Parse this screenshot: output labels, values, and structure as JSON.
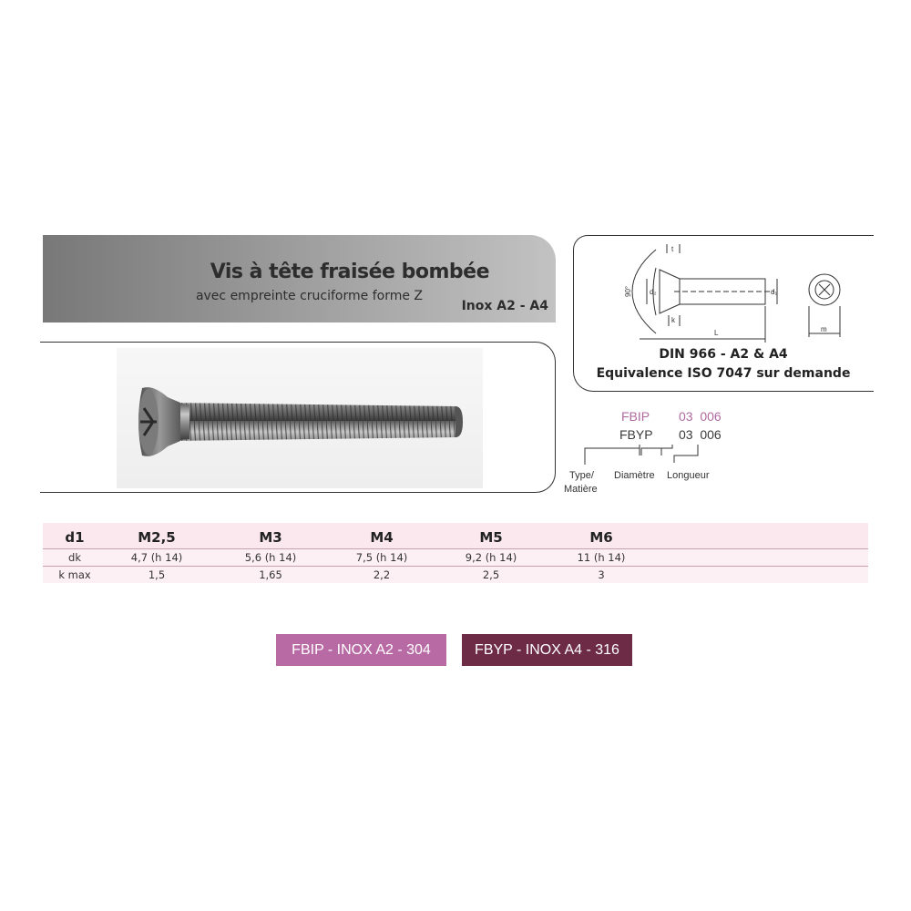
{
  "header": {
    "title": "Vis à tête fraisée bombée",
    "subtitle": "avec empreinte cruciforme forme Z",
    "material": "Inox A2 - A4"
  },
  "drawing": {
    "angle_label": "90°",
    "d2_label": "d₂",
    "d1_label": "d₁",
    "t_label": "t",
    "k_label": "k",
    "L_label": "L",
    "m_label": "m",
    "standard_line1": "DIN 966 - A2 & A4",
    "standard_line2": "Equivalence ISO 7047 sur demande"
  },
  "reference": {
    "code1": "FBIP",
    "num1": "03  006",
    "code2": "FBYP",
    "num2": "03  006",
    "legend_type": "Type/",
    "legend_matiere": "Matière",
    "legend_diametre": "Diamètre",
    "legend_longueur": "Longueur"
  },
  "table": {
    "header_label": "d1",
    "sizes": [
      "M2,5",
      "M3",
      "M4",
      "M5",
      "M6"
    ],
    "rows": [
      {
        "label": "dk",
        "values": [
          "4,7 (h 14)",
          "5,6 (h 14)",
          "7,5 (h 14)",
          "9,2 (h 14)",
          "11 (h 14)"
        ]
      },
      {
        "label": "k max",
        "values": [
          "1,5",
          "1,65",
          "2,2",
          "2,5",
          "3"
        ]
      }
    ]
  },
  "buttons": {
    "a2": "FBIP - INOX A2 - 304",
    "a4": "FBYP - INOX A4 - 316"
  },
  "colors": {
    "a2": "#b86aa4",
    "a4": "#6d2b45",
    "table_bg": "#fbe8ef"
  }
}
